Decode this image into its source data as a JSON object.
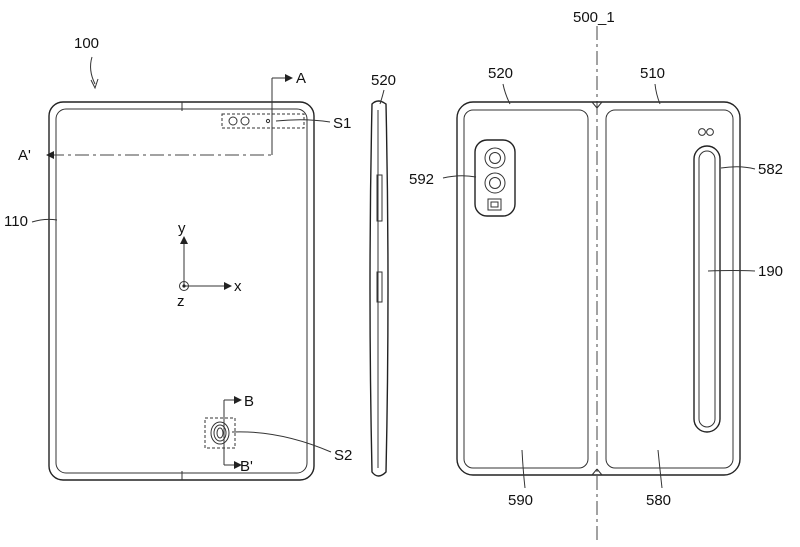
{
  "labels": {
    "device": "100",
    "section_a_top": "A",
    "section_a_left": "A'",
    "sensor_1": "S1",
    "display": "110",
    "axis_y": "y",
    "axis_x": "x",
    "axis_z": "z",
    "section_b_top": "B",
    "section_b_bottom": "B'",
    "sensor_2": "S2",
    "side_part": "520",
    "center_axis": "500_1",
    "back_left_top": "520",
    "back_right_top": "510",
    "camera": "592",
    "pen_slot": "582",
    "pen": "190",
    "back_left_bottom": "590",
    "back_right_bottom": "580"
  }
}
